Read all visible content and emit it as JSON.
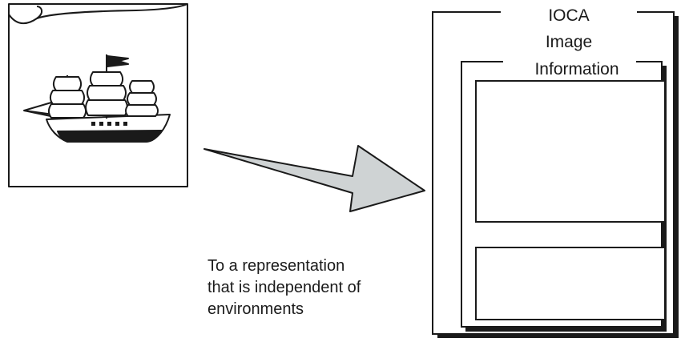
{
  "ioca_box": {
    "title_lines": [
      "IOCA",
      "Image",
      "Information"
    ]
  },
  "caption": {
    "lines": [
      "To a representation",
      "that is independent of",
      "environments"
    ]
  },
  "colors": {
    "arrow_fill": "#cfd3d4",
    "stroke": "#1a1a1a"
  },
  "icons": {
    "source_image": "sailing-ship-icon",
    "transform_arrow": "arrow-right-icon"
  }
}
